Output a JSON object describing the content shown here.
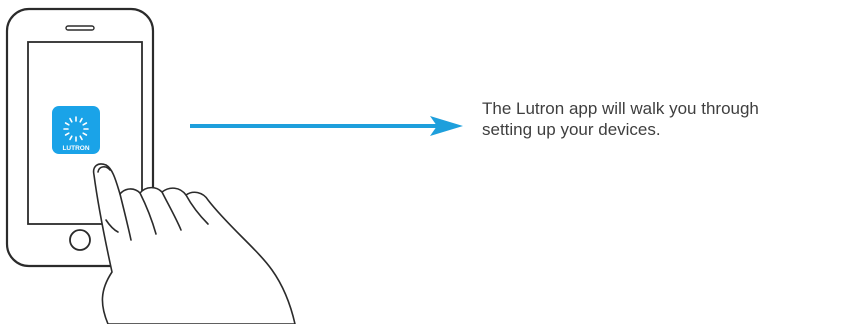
{
  "app_icon": {
    "label": "LUTRON",
    "color": "#1aa3e8",
    "icon": "lutron-sunburst-logo"
  },
  "arrow": {
    "color": "#1e9fdc",
    "icon": "right-arrow"
  },
  "caption": {
    "line1": "The Lutron app will walk you through",
    "line2": "setting up your devices."
  }
}
